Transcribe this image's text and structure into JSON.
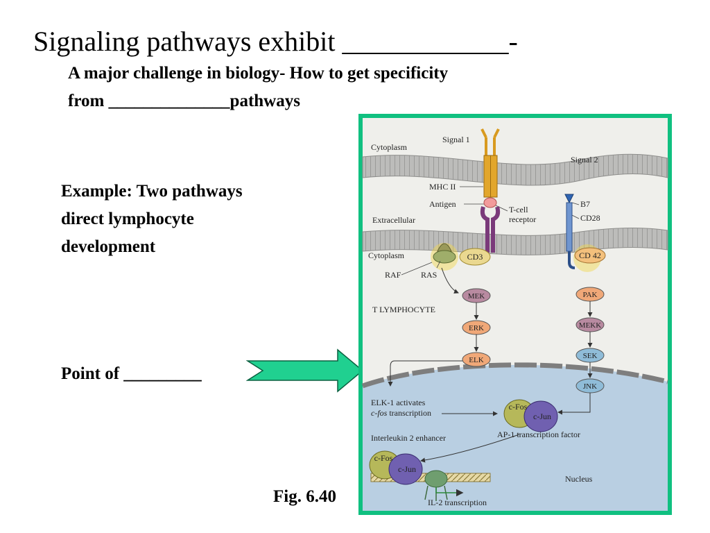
{
  "slide": {
    "title": "Signaling pathways exhibit ____________-",
    "subtitle_line1": "A major challenge in biology- How to get specificity",
    "subtitle_line2": "from ______________pathways",
    "example_lines": [
      "Example: Two pathways",
      "direct lymphocyte",
      "development"
    ],
    "point_text": "Point of _________",
    "fig_caption": "Fig. 6.40"
  },
  "colors": {
    "frame": "#10c080",
    "arrow_fill": "#20d090",
    "membrane": "#b0b0ae",
    "cytoplasm_bg": "#efefeb",
    "nucleus_bg": "#b9cfe2",
    "erk_node": "#f0a878",
    "mek_node": "#b88aa0",
    "jnk_node": "#8fbcd8",
    "cfos": "#b0b050",
    "cjun": "#7060b0"
  },
  "figure": {
    "labels": {
      "cytoplasm_top": "Cytoplasm",
      "signal1": "Signal 1",
      "signal2": "Signal 2",
      "mhc": "MHC II",
      "antigen": "Antigen",
      "tcr1": "T-cell",
      "tcr2": "receptor",
      "b7": "B7",
      "cd28": "CD28",
      "extracellular": "Extracellular",
      "cytoplasm_mid": "Cytoplasm",
      "cd3": "CD3",
      "cd42": "CD 42",
      "raf": "RAF",
      "ras": "RAS",
      "t_lymphocyte": "T LYMPHOCYTE",
      "elk_activates": "ELK-1 activates",
      "cfos_transcription_italic": "c-fos",
      "cfos_transcription_rest": " transcription",
      "il2_enhancer": "Interleukin 2 enhancer",
      "ap1": "AP-1 transcription factor",
      "nucleus": "Nucleus",
      "il2_transcription": "IL-2 transcription",
      "cfos": "c-Fos",
      "cjun": "c-Jun"
    },
    "left_pathway": [
      "MEK",
      "ERK",
      "ELK"
    ],
    "right_pathway": [
      "PAK",
      "MEKK",
      "SEK",
      "JNK"
    ]
  }
}
